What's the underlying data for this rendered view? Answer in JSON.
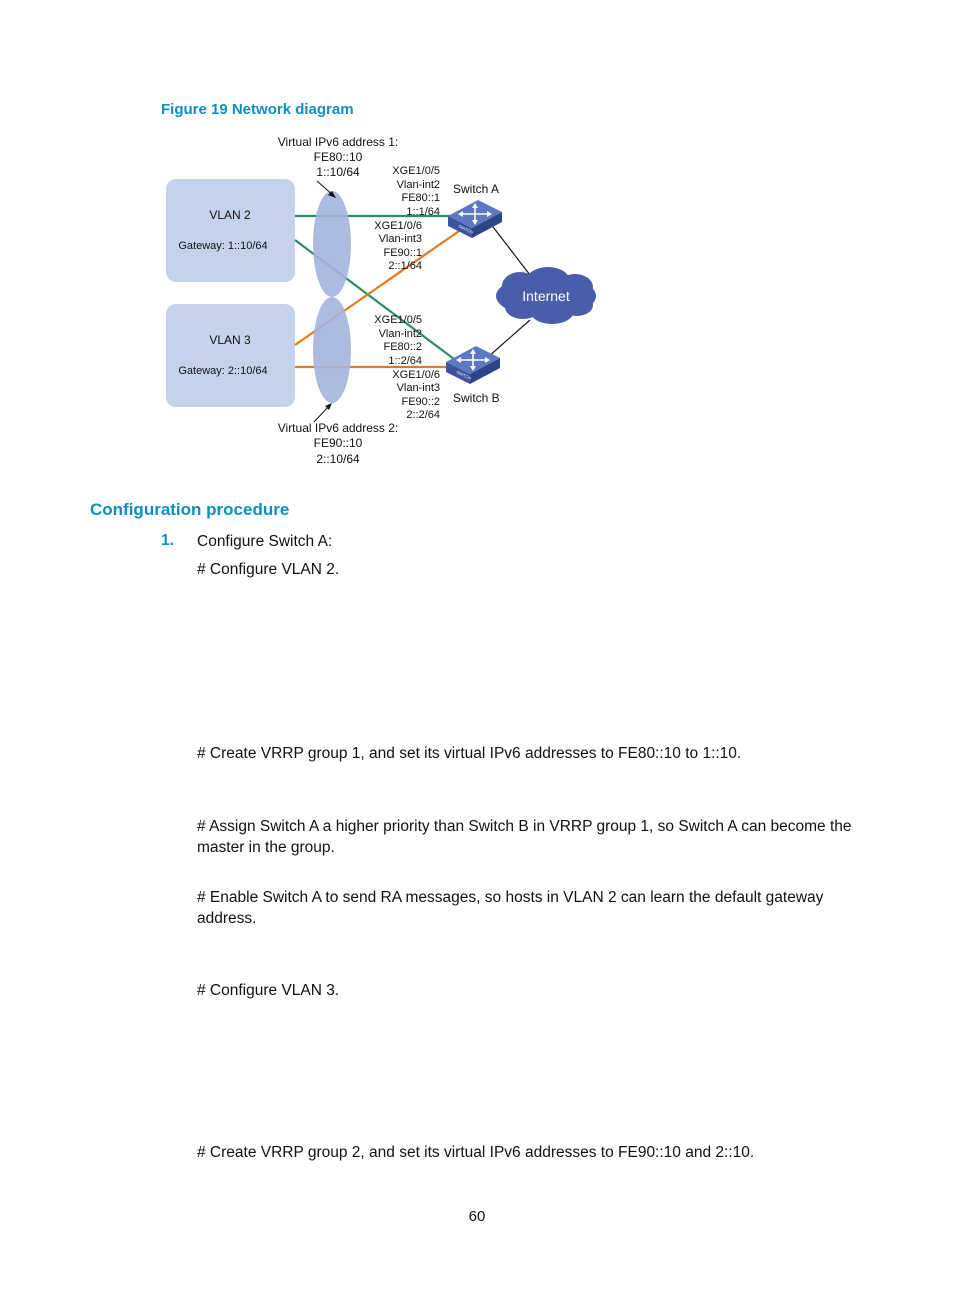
{
  "figure": {
    "caption": "Figure 19 Network diagram",
    "vip1": {
      "title": "Virtual IPv6 address 1:",
      "line1": "FE80::10",
      "line2": "1::10/64"
    },
    "vip2": {
      "title": "Virtual IPv6 address 2:",
      "line1": "FE90::10",
      "line2": "2::10/64"
    },
    "vlan2": {
      "name": "VLAN 2",
      "gateway": "Gateway: 1::10/64"
    },
    "vlan3": {
      "name": "VLAN 3",
      "gateway": "Gateway: 2::10/64"
    },
    "switch_a": {
      "name": "Switch A",
      "port1": [
        "XGE1/0/5",
        "Vlan-int2",
        "FE80::1",
        "1::1/64"
      ],
      "port2": [
        "XGE1/0/6",
        "Vlan-int3",
        "FE90::1",
        "2::1/64"
      ]
    },
    "switch_b": {
      "name": "Switch B",
      "port1": [
        "XGE1/0/5",
        "Vlan-int2",
        "FE80::2",
        "1::2/64"
      ],
      "port2": [
        "XGE1/0/6",
        "Vlan-int3",
        "FE90::2",
        "2::2/64"
      ]
    },
    "internet": "Internet",
    "switch_icon_text": "SWITCH",
    "colors": {
      "green": "#2e8b6a",
      "orange": "#e87722",
      "vlan_box": "#c5d3ea",
      "ellipse": "#a3b4dc",
      "switch": "#4a64b0",
      "cloud": "#4a5daa"
    }
  },
  "section": {
    "heading": "Configuration procedure",
    "step1_num": "1.",
    "step1_text": "Configure Switch A:",
    "c1": "# Configure VLAN 2.",
    "c2": "# Create VRRP group 1, and set its virtual IPv6 addresses to FE80::10 to 1::10.",
    "c3": "# Assign Switch A a higher priority than Switch B in VRRP group 1, so Switch A can become the master in the group.",
    "c4": "# Enable Switch A to send RA messages, so hosts in VLAN 2 can learn the default gateway address.",
    "c5": "# Configure VLAN 3.",
    "c6": "# Create VRRP group 2, and set its virtual IPv6 addresses to FE90::10 and 2::10."
  },
  "page_number": "60"
}
